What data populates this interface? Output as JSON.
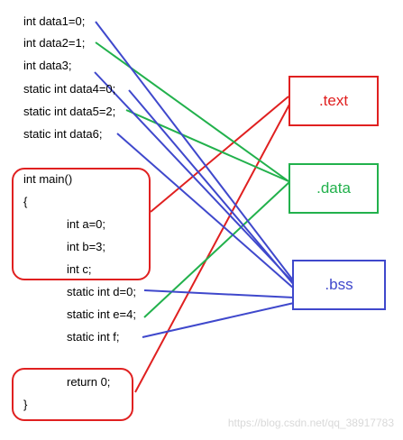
{
  "code_lines": [
    "int data1=0;",
    "int data2=1;",
    "int data3;",
    "static int data4=0;",
    "static int data5=2;",
    "static int data6;",
    "int main()",
    "{",
    "int a=0;",
    "int b=3;",
    "int c;",
    "static int d=0;",
    "static int e=4;",
    "static int f;",
    "return 0;",
    "}"
  ],
  "segments": {
    "text": ".text",
    "data": ".data",
    "bss": ".bss"
  },
  "colors": {
    "text_segment": "#e02020",
    "data_segment": "#22b14c",
    "bss_segment": "#3f48cc",
    "main_group": "#e02020",
    "return_group": "#e02020"
  },
  "watermark": "https://blog.csdn.net/qq_38917783"
}
